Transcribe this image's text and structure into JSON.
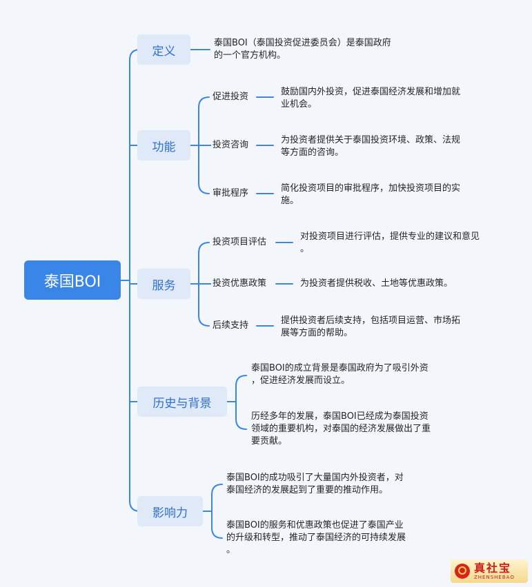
{
  "colors": {
    "line": "#3a86e8",
    "root_bg": "#3a86e8",
    "branch_bg": "#dfe9f8",
    "branch_text": "#2f6fd0",
    "background": "#f3f6fb"
  },
  "root": "泰国BOI",
  "branches": {
    "definition": {
      "label": "定义",
      "text": [
        "泰国BOI（泰国投资促进委员会）是泰国政府",
        "的一个官方机构。"
      ]
    },
    "function": {
      "label": "功能",
      "items": [
        {
          "label": "促进投资",
          "text": [
            "鼓励国内外投资，促进泰国经济发展和增加就",
            "业机会。"
          ]
        },
        {
          "label": "投资咨询",
          "text": [
            "为投资者提供关于泰国投资环境、政策、法规",
            "等方面的咨询。"
          ]
        },
        {
          "label": "审批程序",
          "text": [
            "简化投资项目的审批程序，加快投资项目的实",
            "施。"
          ]
        }
      ]
    },
    "service": {
      "label": "服务",
      "items": [
        {
          "label": "投资项目评估",
          "text": [
            "对投资项目进行评估，提供专业的建议和意见",
            "。"
          ]
        },
        {
          "label": "投资优惠政策",
          "text": [
            "为投资者提供税收、土地等优惠政策。"
          ]
        },
        {
          "label": "后续支持",
          "text": [
            "提供投资者后续支持，包括项目运营、市场拓",
            "展等方面的帮助。"
          ]
        }
      ]
    },
    "history": {
      "label": "历史与背景",
      "items": [
        [
          "泰国BOI的成立背景是泰国政府为了吸引外资",
          "，促进经济发展而设立。"
        ],
        [
          "历经多年的发展，泰国BOI已经成为泰国投资",
          "领域的重要机构，对泰国的经济发展做出了重",
          "要贡献。"
        ]
      ]
    },
    "influence": {
      "label": "影响力",
      "items": [
        [
          "泰国BOI的成功吸引了大量国内外投资者，对",
          "泰国经济的发展起到了重要的推动作用。"
        ],
        [
          "泰国BOI的服务和优惠政策也促进了泰国产业",
          "的升级和转型，推动了泰国经济的可持续发展",
          "。"
        ]
      ]
    }
  },
  "logo": {
    "cn": "真社宝",
    "en": "ZHENSHEBAO",
    "icon": "globe-hands-icon"
  }
}
